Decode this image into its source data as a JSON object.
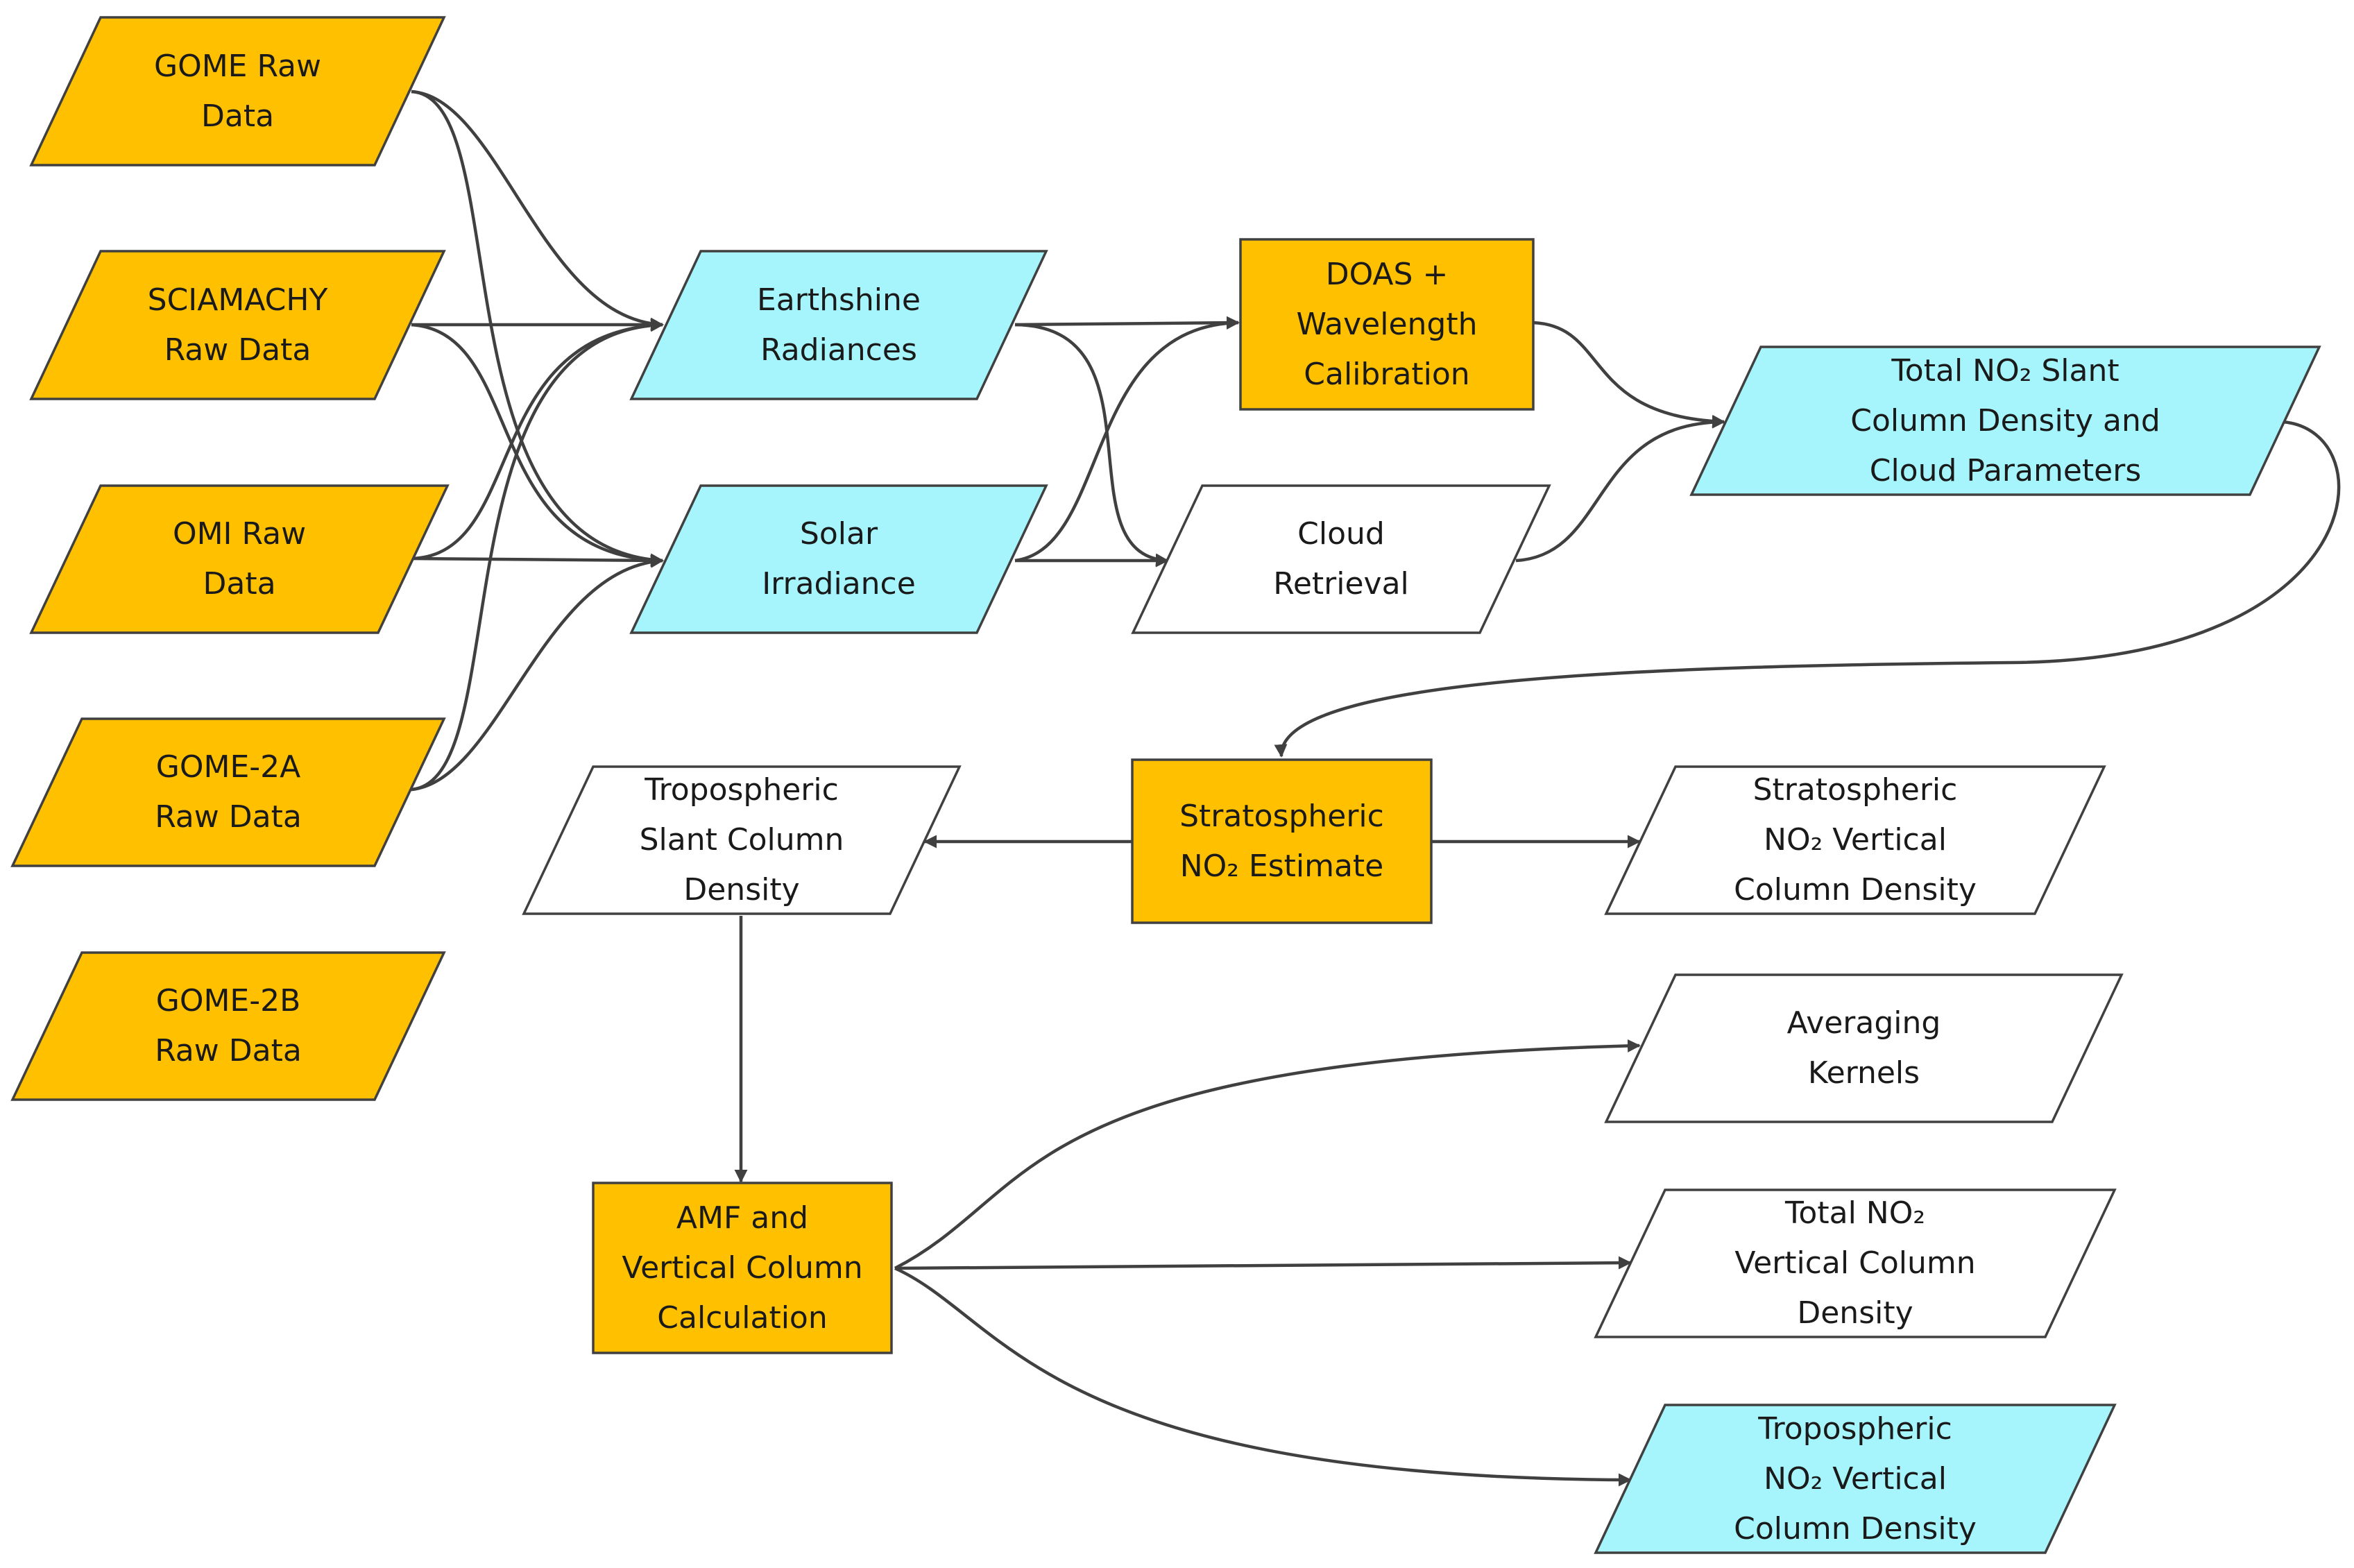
{
  "colors": {
    "orange": "#FFC000",
    "cyan": "#A6F5FC",
    "white": "#FFFFFF",
    "stroke": "#404040",
    "arrow": "#404040"
  },
  "nodes": {
    "gome_raw": {
      "lines": [
        "GOME Raw",
        "Data"
      ]
    },
    "sciamachy_raw": {
      "lines": [
        "SCIAMACHY",
        "Raw Data"
      ]
    },
    "omi_raw": {
      "lines": [
        "OMI Raw",
        "Data"
      ]
    },
    "gome2a_raw": {
      "lines": [
        "GOME-2A",
        "Raw Data"
      ]
    },
    "gome2b_raw": {
      "lines": [
        "GOME-2B",
        "Raw Data"
      ]
    },
    "earthshine": {
      "lines": [
        "Earthshine",
        "Radiances"
      ]
    },
    "solar": {
      "lines": [
        "Solar",
        "Irradiance"
      ]
    },
    "doas": {
      "lines": [
        "DOAS +",
        "Wavelength",
        "Calibration"
      ]
    },
    "cloud": {
      "lines": [
        "Cloud",
        "Retrieval"
      ]
    },
    "total_scd": {
      "lines": [
        "Total NO₂ Slant",
        "Column Density and",
        "Cloud Parameters"
      ]
    },
    "strat_est": {
      "lines": [
        "Stratospheric",
        "NO₂ Estimate"
      ]
    },
    "trop_scd": {
      "lines": [
        "Tropospheric",
        "Slant Column",
        "Density"
      ]
    },
    "strat_vcd": {
      "lines": [
        "Stratospheric",
        "NO₂ Vertical",
        "Column Density"
      ]
    },
    "amf": {
      "lines": [
        "AMF and",
        "Vertical Column",
        "Calculation"
      ]
    },
    "avg_kernels": {
      "lines": [
        "Averaging",
        "Kernels"
      ]
    },
    "total_vcd": {
      "lines": [
        "Total NO₂",
        "Vertical Column",
        "Density"
      ]
    },
    "trop_vcd": {
      "lines": [
        "Tropospheric",
        "NO₂ Vertical",
        "Column Density"
      ]
    }
  }
}
